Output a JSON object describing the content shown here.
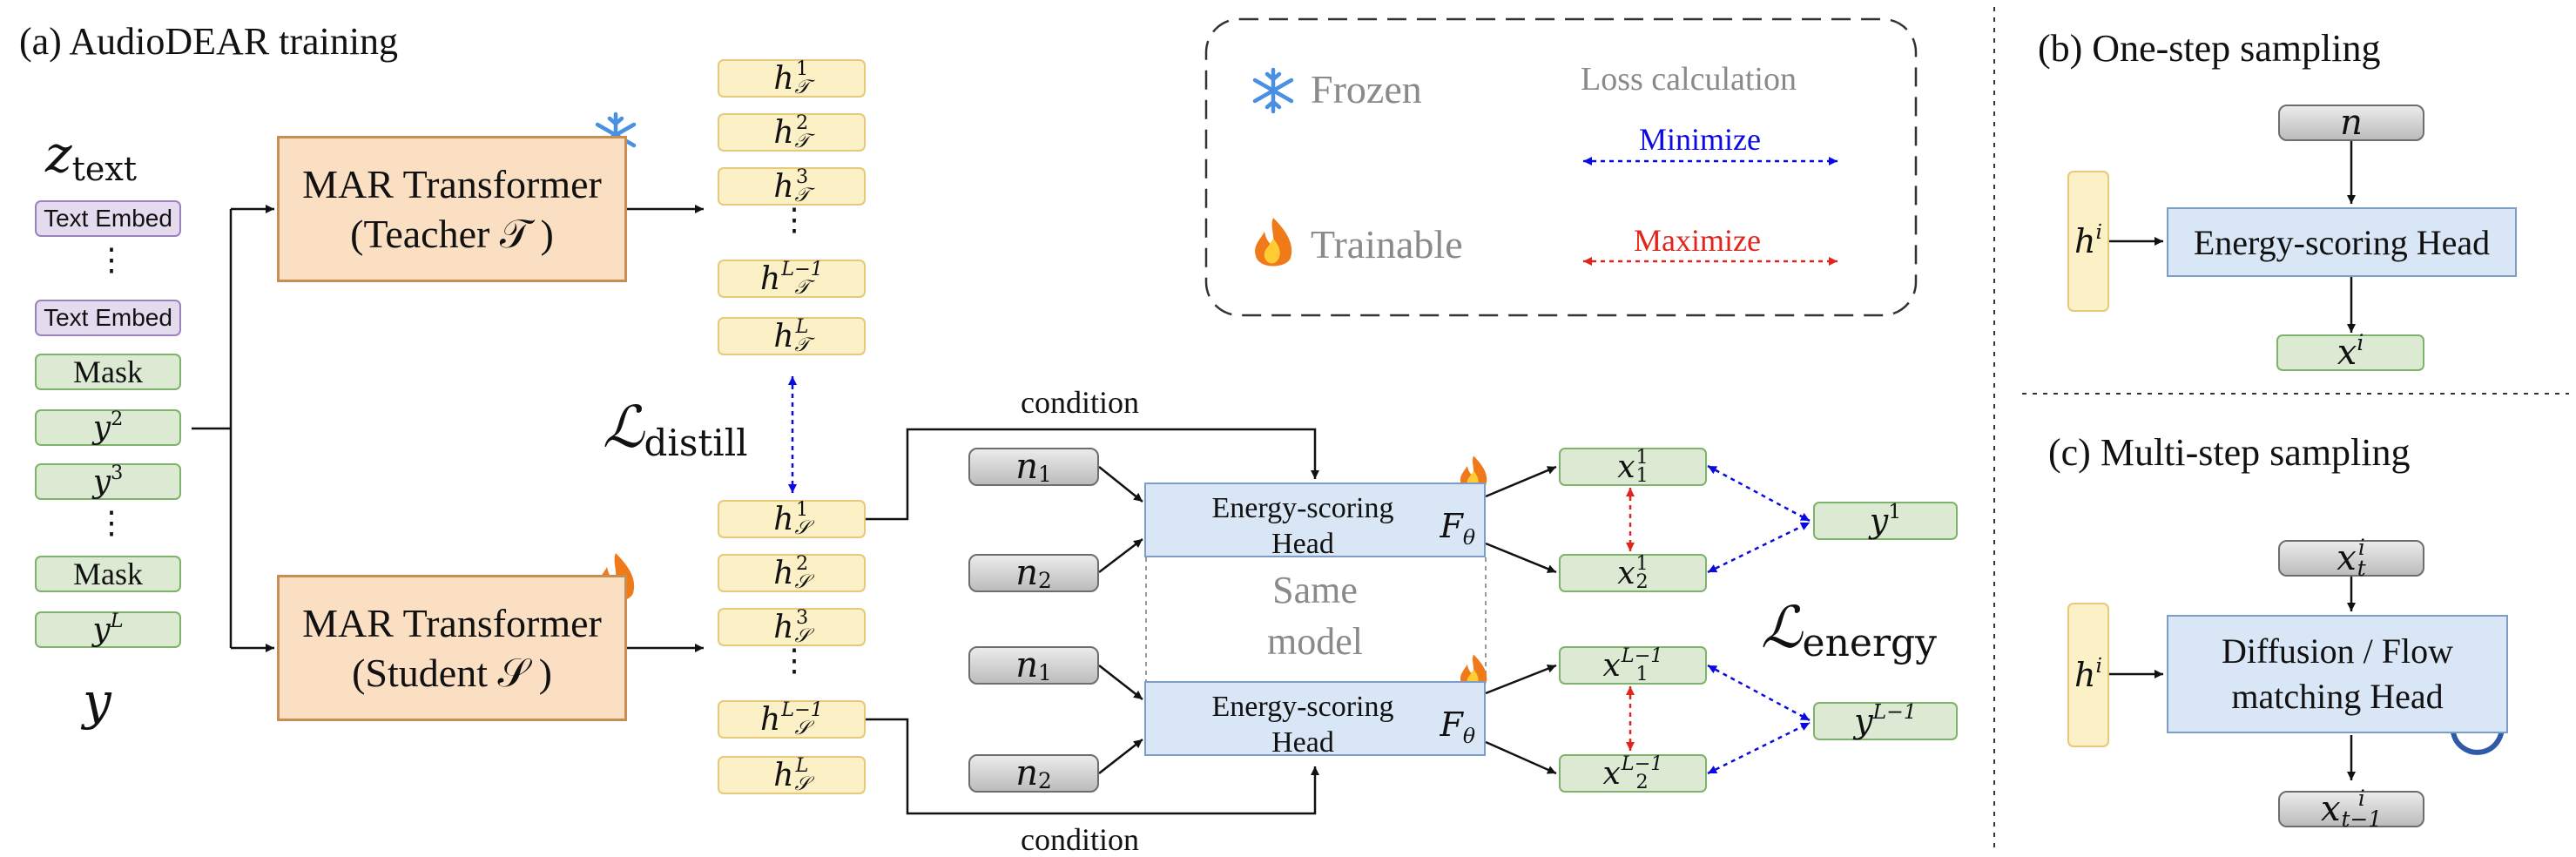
{
  "panels": {
    "a_title": "(a) AudioDEAR training",
    "b_title": "(b) One-step sampling",
    "c_title": "(c) Multi-step sampling"
  },
  "inputs": {
    "z_text": "z",
    "z_text_sub": "text",
    "text_embed": "Text Embed",
    "mask": "Mask",
    "y": "y",
    "y2_sup": "2",
    "y3_sup": "3",
    "yL_sup": "L",
    "dots": "⋮"
  },
  "teacher": {
    "line1": "MAR Transformer",
    "line2": "(Teacher 𝒯 )"
  },
  "student": {
    "line1": "MAR Transformer",
    "line2": "(Student 𝒮 )"
  },
  "h": "h",
  "teacher_sups": [
    "1",
    "2",
    "3",
    "L−1",
    "L"
  ],
  "student_sups": [
    "1",
    "2",
    "3",
    "L−1",
    "L"
  ],
  "teacher_sub": "𝒯",
  "student_sub": "𝒮",
  "loss": {
    "distill": "ℒ",
    "distill_sub": "distill",
    "energy": "ℒ",
    "energy_sub": "energy"
  },
  "legend": {
    "frozen": "Frozen",
    "trainable": "Trainable",
    "loss_calc": "Loss calculation",
    "minimize": "Minimize",
    "maximize": "Maximize"
  },
  "colors": {
    "minimize": "#0a0ae0",
    "maximize": "#e0261c",
    "frozen_icon": "#4a90e2",
    "fire_icon": "#f07a1a"
  },
  "middle": {
    "condition": "condition",
    "n": "n",
    "n1_sub": "1",
    "n2_sub": "2",
    "head_line1": "Energy-scoring",
    "head_line2": "Head",
    "f_theta": "F",
    "f_theta_sub": "θ",
    "same_model_1": "Same",
    "same_model_2": "model"
  },
  "outputs": {
    "x": "x",
    "x1_1": [
      "1",
      "1"
    ],
    "x1_2": [
      "1",
      "2"
    ],
    "xL_1": [
      "L−1",
      "1"
    ],
    "xL_2": [
      "L−1",
      "2"
    ],
    "y1_sup": "1",
    "yL1_sup": "L−1"
  },
  "panel_b": {
    "n": "n",
    "h": "h",
    "h_sup": "i",
    "head": "Energy-scoring Head",
    "x": "x",
    "x_sup": "i"
  },
  "panel_c": {
    "x_top": "x",
    "x_top_sup": "i",
    "x_top_sub": "t",
    "h": "h",
    "h_sup": "i",
    "head_line1": "Diffusion / Flow",
    "head_line2": "matching Head",
    "x_bot": "x",
    "x_bot_sup": "i",
    "x_bot_sub": "t−1"
  }
}
